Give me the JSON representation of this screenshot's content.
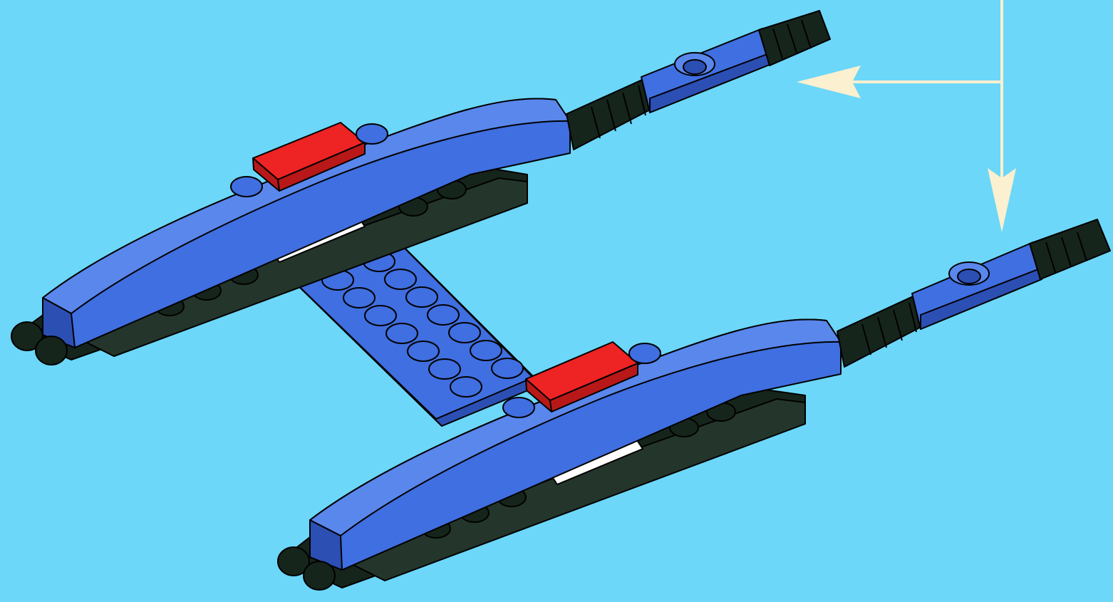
{
  "colors": {
    "background": "#6cd7f9",
    "body_blue": "#3f6fe0",
    "body_blue_light": "#5a87ec",
    "body_blue_dark": "#2c4fb4",
    "dark_green": "#16251c",
    "dark_green_mid": "#24362b",
    "red_tile": "#ee2323",
    "white_plate": "#ffffff",
    "arrow": "#fbf0cf",
    "outline": "#000000"
  },
  "illustration": {
    "subject": "building-instruction-step",
    "parts": [
      "left-pontoon",
      "right-pontoon",
      "connecting-plate",
      "red-tiles",
      "white-plates",
      "end-connectors",
      "shock-absorbers"
    ],
    "callout_arrows": [
      "arrow-to-upper-connector",
      "arrow-to-lower-connector"
    ]
  }
}
